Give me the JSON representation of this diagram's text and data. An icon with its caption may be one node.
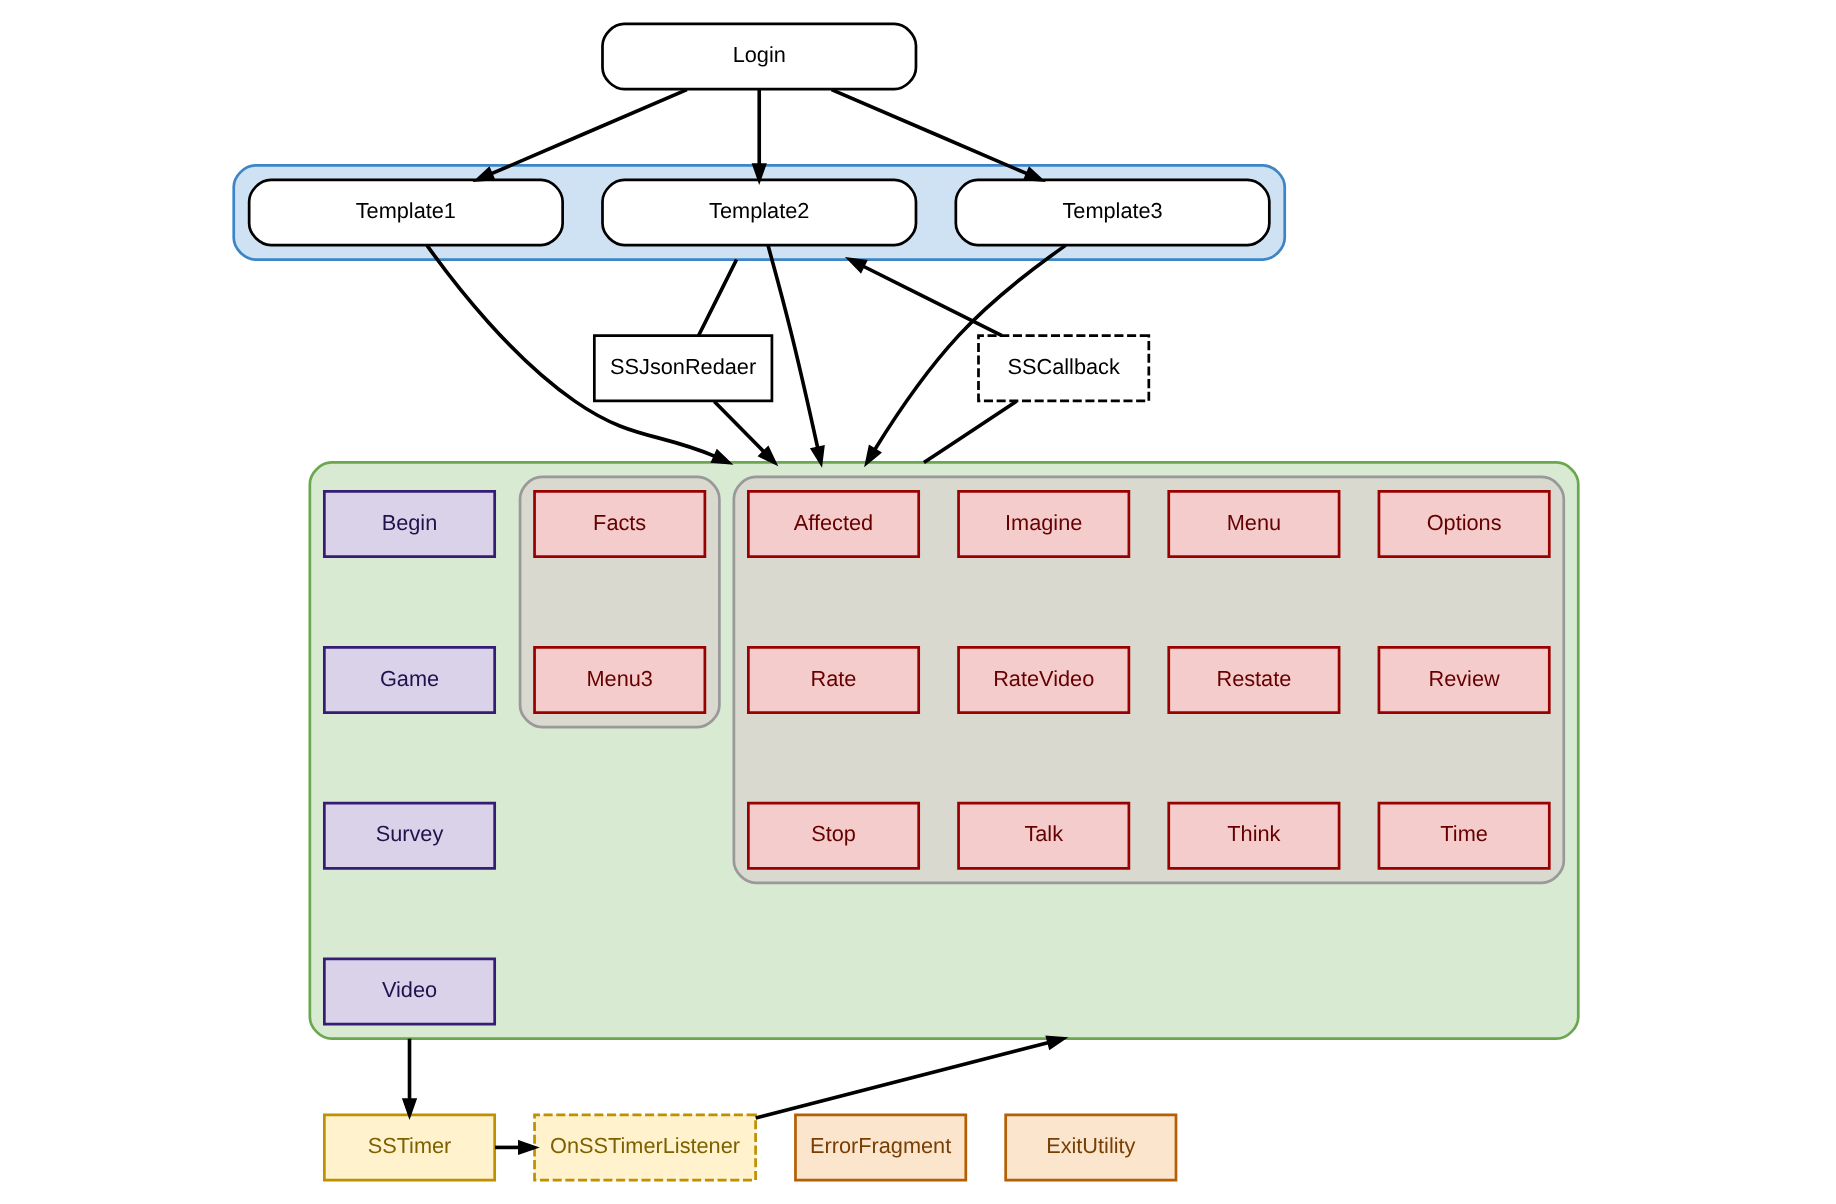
{
  "diagram": {
    "nodes": [
      {
        "text": [
          "Login"
        ]
      },
      {
        "text": [],
        "shape": "box"
      },
      {
        "text": [
          "Template1"
        ],
        "in": 1
      },
      {
        "text": [
          "Template2"
        ],
        "in": 1
      },
      {
        "text": [
          "Template3"
        ],
        "in": 1
      },
      {
        "text": [
          "SSCallback"
        ]
      },
      {
        "text": [
          "SSJsonRedaer"
        ]
      },
      {
        "text": [],
        "shape": "box"
      },
      {
        "text": [],
        "shape": "box",
        "in": 7
      },
      {
        "text": [
          "Affected"
        ],
        "in": 8
      },
      {
        "text": [
          "Imagine"
        ],
        "in": 8
      },
      {
        "text": [
          "Menu"
        ],
        "in": 8
      },
      {
        "text": [
          "Options"
        ],
        "in": 8
      },
      {
        "text": [
          "Rate"
        ],
        "in": 8
      },
      {
        "text": [
          "RateVideo"
        ],
        "in": 8
      },
      {
        "text": [
          "Restate"
        ],
        "in": 8
      },
      {
        "text": [
          "Review"
        ],
        "in": 8
      },
      {
        "text": [
          "Stop"
        ],
        "in": 8
      },
      {
        "text": [
          "Talk"
        ],
        "in": 8
      },
      {
        "text": [
          "Think"
        ],
        "in": 8
      },
      {
        "text": [
          "Time"
        ],
        "in": 8
      },
      {
        "text": [
          "Begin"
        ],
        "in": 7
      },
      {
        "text": [
          "Game"
        ],
        "in": 7
      },
      {
        "text": [
          "Survey"
        ],
        "in": 7
      },
      {
        "text": [
          "Video"
        ],
        "in": 7
      },
      {
        "text": [],
        "shape": "box",
        "in": 7
      },
      {
        "text": [
          "Facts"
        ],
        "in": 25
      },
      {
        "text": [
          "Menu3"
        ],
        "in": 25
      },
      {
        "text": [
          "SSTimer"
        ]
      },
      {
        "text": [
          "OnSSTimerListener"
        ]
      },
      {
        "text": [
          "ErrorFragment"
        ]
      },
      {
        "text": [
          "ExitUtility"
        ]
      }
    ],
    "edges": [
      {
        "from": 0,
        "to": 2,
        "arrow": "to"
      },
      {
        "from": 0,
        "to": 3,
        "arrow": "to"
      },
      {
        "from": 0,
        "to": 4,
        "arrow": "to"
      },
      {
        "from": 2,
        "to": 7,
        "arrow": "to"
      },
      {
        "from": 3,
        "to": 7,
        "arrow": "to"
      },
      {
        "from": 1,
        "to": 6,
        "arrow": "none"
      },
      {
        "from": 6,
        "to": 7,
        "arrow": "to"
      },
      {
        "from": 4,
        "to": 7,
        "arrow": "to"
      },
      {
        "from": 7,
        "to": 5,
        "arrow": "none"
      },
      {
        "from": 5,
        "to": 1,
        "arrow": "to"
      },
      {
        "from": 7,
        "to": 28,
        "arrow": "to"
      },
      {
        "from": 28,
        "to": 29,
        "arrow": "to"
      },
      {
        "from": 29,
        "to": 7,
        "arrow": "to"
      }
    ]
  }
}
